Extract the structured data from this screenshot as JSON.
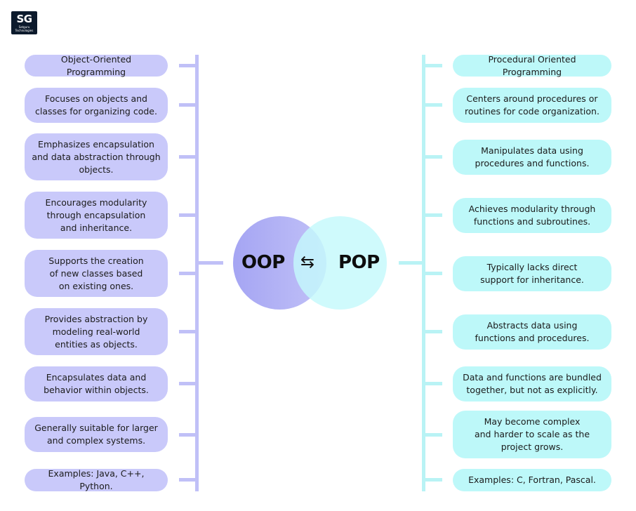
{
  "logo": {
    "initials": "SG",
    "company": "Satguru Technologies"
  },
  "center": {
    "left_label": "OOP",
    "right_label": "POP",
    "swap_symbol": "⇆"
  },
  "oop": {
    "items": [
      "Object-Oriented Programming",
      "Focuses on objects and\nclasses for organizing code.",
      "Emphasizes encapsulation\nand data abstraction through\nobjects.",
      "Encourages modularity\nthrough encapsulation\nand inheritance.",
      "Supports the creation\nof new classes based\non existing ones.",
      "Provides abstraction by\nmodeling real-world\nentities as objects.",
      "Encapsulates data and\nbehavior within objects.",
      "Generally suitable for larger\nand complex systems.",
      "Examples: Java, C++, Python."
    ]
  },
  "pop": {
    "items": [
      "Procedural Oriented Programming",
      "Centers around procedures or\nroutines for code organization.",
      "Manipulates data using\nprocedures and functions.",
      "Achieves modularity through\nfunctions and subroutines.",
      "Typically lacks direct\nsupport for inheritance.",
      "Abstracts data using\nfunctions and procedures.",
      "Data and functions are bundled\ntogether, but not as explicitly.",
      "May become complex\nand harder to scale as the\nproject grows.",
      "Examples: C, Fortran, Pascal."
    ]
  },
  "colors": {
    "oop_fill": "#c9c9fa",
    "oop_line": "#c0c0f7",
    "pop_fill": "#bdf8f9",
    "pop_line": "#b9f3f5"
  }
}
